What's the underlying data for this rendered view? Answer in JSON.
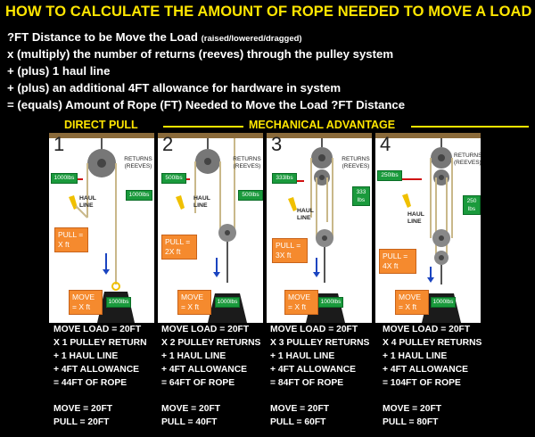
{
  "title": "HOW TO CALCULATE THE AMOUNT OF ROPE NEEDED TO MOVE A LOAD",
  "intro": {
    "line1": "?FT Distance to be Move the Load",
    "line1_small": "(raised/lowered/dragged)",
    "line2": "x (multiply) the number of returns (reeves) through the pulley system",
    "line3": "+ (plus) 1 haul line",
    "line4": "+ (plus) an additional 4FT allowance for hardware in system",
    "line5": "= (equals) Amount of Rope (FT) Needed to Move the Load ?FT Distance"
  },
  "headers": {
    "direct": "DIRECT PULL",
    "mechanical": "MECHANICAL ADVANTAGE"
  },
  "colors": {
    "accent": "#ffe600",
    "green": "#1a9a3c",
    "orange": "#f58a2e"
  },
  "panels": [
    {
      "num": "1",
      "returns": "RETURNS (REEVES)",
      "haul": "HAUL LINE",
      "left_load": "1000lbs",
      "right_load": "1000lbs",
      "pull": "PULL = X ft",
      "move": "MOVE = X ft",
      "load": "1000lbs",
      "calc": [
        "MOVE LOAD = 20FT",
        "X 1 PULLEY RETURN",
        "+ 1 HAUL LINE",
        "+ 4FT ALLOWANCE",
        "= 44FT OF ROPE"
      ],
      "move_total": "MOVE = 20FT",
      "pull_total": "PULL = 20FT"
    },
    {
      "num": "2",
      "returns": "RETURNS (REEVES)",
      "haul": "HAUL LINE",
      "left_load": "500lbs",
      "right_load": "500lbs",
      "pull": "PULL = 2X ft",
      "move": "MOVE = X ft",
      "load": "1000lbs",
      "calc": [
        "MOVE LOAD = 20FT",
        "X 2 PULLEY RETURNS",
        "+ 1 HAUL LINE",
        "+ 4FT ALLOWANCE",
        "= 64FT OF ROPE"
      ],
      "move_total": "MOVE = 20FT",
      "pull_total": "PULL = 40FT"
    },
    {
      "num": "3",
      "returns": "RETURNS (REEVES)",
      "haul": "HAUL LINE",
      "left_load": "333lbs",
      "right_load": "333 lbs",
      "pull": "PULL = 3X ft",
      "move": "MOVE = X ft",
      "load": "1000lbs",
      "calc": [
        "MOVE LOAD = 20FT",
        "X 3 PULLEY RETURNS",
        "+ 1 HAUL LINE",
        "+ 4FT ALLOWANCE",
        "= 84FT OF ROPE"
      ],
      "move_total": "MOVE = 20FT",
      "pull_total": "PULL = 60FT"
    },
    {
      "num": "4",
      "returns": "RETURNS (REEVES)",
      "haul": "HAUL LINE",
      "left_load": "250lbs",
      "right_load": "250 lbs",
      "pull": "PULL = 4X ft",
      "move": "MOVE = X ft",
      "load": "1000lbs",
      "calc": [
        "MOVE LOAD = 20FT",
        "X 4 PULLEY RETURNS",
        "+ 1 HAUL LINE",
        "+ 4FT ALLOWANCE",
        "= 104FT OF ROPE"
      ],
      "move_total": "MOVE = 20FT",
      "pull_total": "PULL = 80FT"
    }
  ]
}
